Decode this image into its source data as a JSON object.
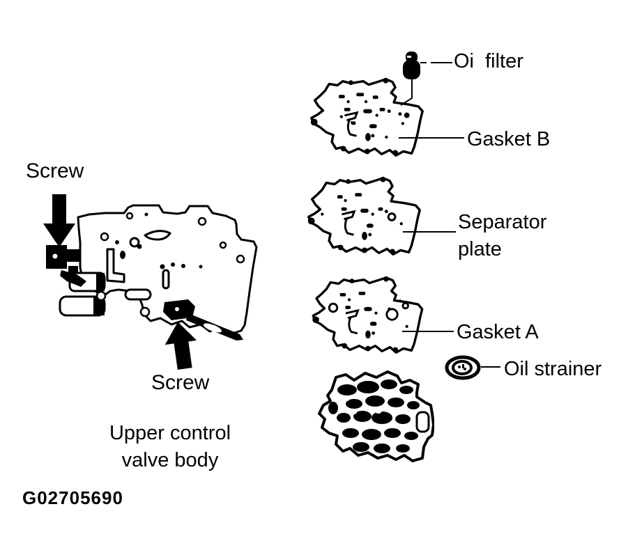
{
  "diagram": {
    "figure_code": "G02705690",
    "ink_color": "#000000",
    "paper_color": "#ffffff",
    "left_assembly": {
      "screw_top_label": "Screw",
      "screw_bottom_label": "Screw",
      "body_label": "Upper control valve body"
    },
    "exploded_stack": {
      "oil_filter_label": "Oi  filter",
      "gasket_b_label": "Gasket B",
      "separator_plate_label": "Separator plate",
      "gasket_a_label": "Gasket A",
      "oil_strainer_label": "Oil strainer"
    },
    "icons": {
      "down_arrow_glyph": "▼",
      "up_arrow_glyph": "▲"
    }
  }
}
